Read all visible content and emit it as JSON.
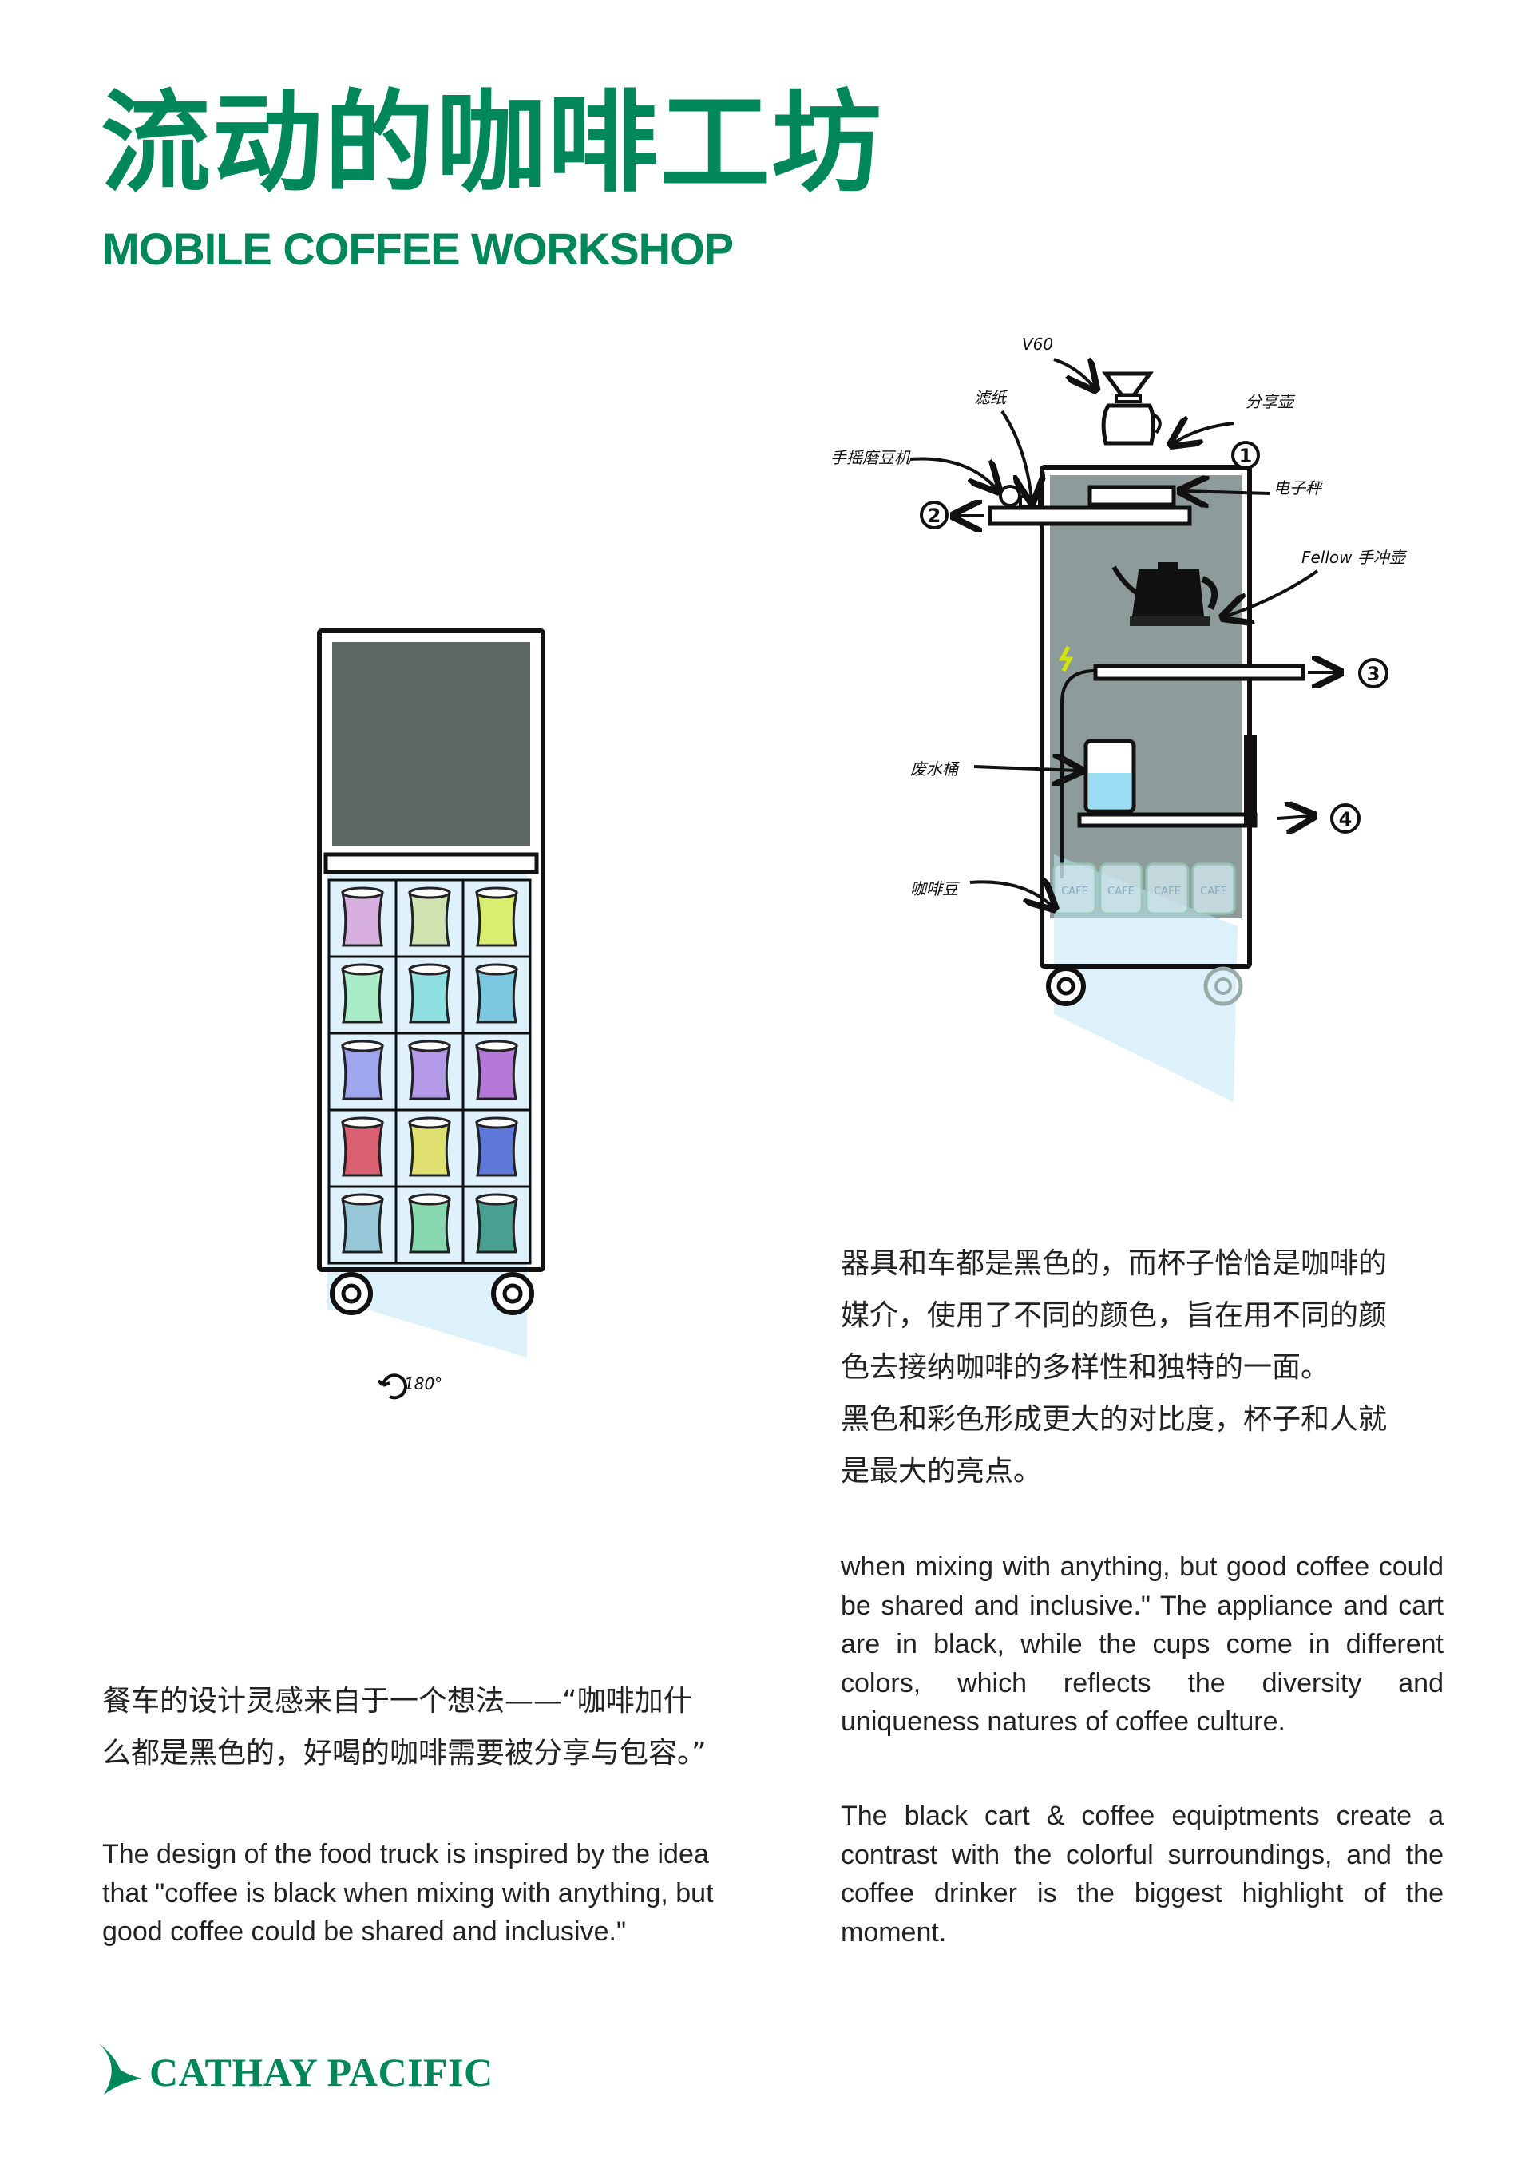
{
  "header": {
    "title_zh": "流动的咖啡工坊",
    "title_en": "MOBILE COFFEE WORKSHOP"
  },
  "colors": {
    "brand_green": "#00875A",
    "cabinet_dark": "#5f6666",
    "cart_panel": "#8e9b9b",
    "light_blue": "#bfe6f5",
    "outline": "#111111"
  },
  "cabinet_sketch": {
    "rotation_label": "180°",
    "cup_colors": [
      [
        "#d8b0e0",
        "#cfe2b0",
        "#d9ee70"
      ],
      [
        "#a8ecc8",
        "#8fe0e0",
        "#7bc8e0"
      ],
      [
        "#a0a6ee",
        "#b49ae8",
        "#b57ad8"
      ],
      [
        "#d86070",
        "#e0e070",
        "#5d78d8"
      ],
      [
        "#98c8d8",
        "#88d8b0",
        "#4aa090"
      ]
    ]
  },
  "cart_sketch": {
    "labels": {
      "v60": "V60",
      "filter_paper": "滤纸",
      "server": "分享壶",
      "grinder": "手摇磨豆机",
      "scale": "电子秤",
      "kettle": "Fellow 手冲壶",
      "waste_bucket": "废水桶",
      "coffee_beans": "咖啡豆"
    },
    "numbers": [
      "1",
      "2",
      "3",
      "4"
    ],
    "can_label": "CAFE"
  },
  "right_text": {
    "zh_lines": [
      "器具和车都是黑色的，而杯子恰恰是咖啡的",
      "媒介，使用了不同的颜色，旨在用不同的颜",
      "色去接纳咖啡的多样性和独特的一面。",
      "黑色和彩色形成更大的对比度，杯子和人就",
      "是最大的亮点。"
    ],
    "en_para_1": "when mixing with anything, but good coffee could be shared and inclusive.\" The appliance and cart are in black, while the cups come in different colors, which reflects the diversity and uniqueness natures of coffee culture.",
    "en_para_2": "The black cart & coffee equiptments create a contrast with the colorful surroundings, and the coffee drinker is the biggest highlight of the moment."
  },
  "left_text": {
    "zh_lines": [
      "餐车的设计灵感来自于一个想法——“咖啡加什",
      "么都是黑色的，好喝的咖啡需要被分享与包容。”"
    ],
    "en_lines": [
      "The design of the food truck is inspired by the idea",
      "that \"coffee is black when mixing with anything, but",
      "good coffee could be shared and inclusive.\""
    ]
  },
  "footer": {
    "brand_name": "CATHAY PACIFIC"
  }
}
